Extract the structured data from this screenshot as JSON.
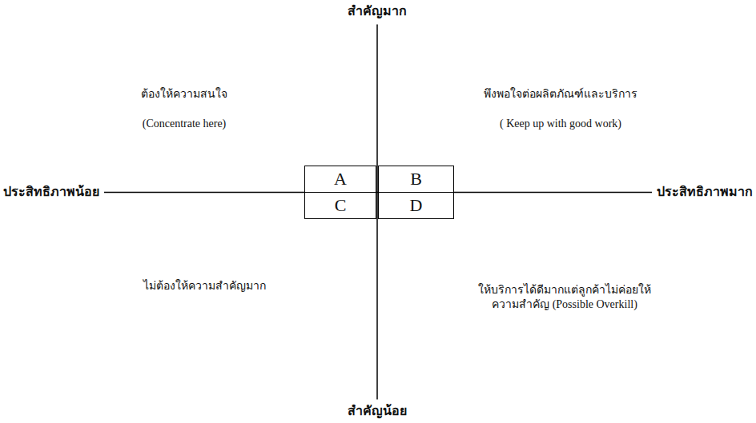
{
  "diagram": {
    "nodes": [
      {
        "text": [
          "A"
        ]
      },
      {
        "text": [
          "B"
        ]
      },
      {
        "text": [
          "C"
        ]
      },
      {
        "text": [
          "D"
        ]
      }
    ],
    "labels": [
      "สำคัญมาก",
      "ต้องให้ความสนใจ",
      "(Concentrate here)",
      "พึงพอใจต่อผลิตภัณฑ์และบริการ",
      "( Keep up with good work)",
      "ประสิทธิภาพน้อย",
      "ประสิทธิภาพมาก",
      "ไม่ต้องให้ความสำคัญมาก",
      "ให้บริการได้ดีมากแต่ลูกค้าไม่ค่อยให้ ความสำคัญ (Possible Overkill)",
      "สำคัญน้อย"
    ]
  }
}
